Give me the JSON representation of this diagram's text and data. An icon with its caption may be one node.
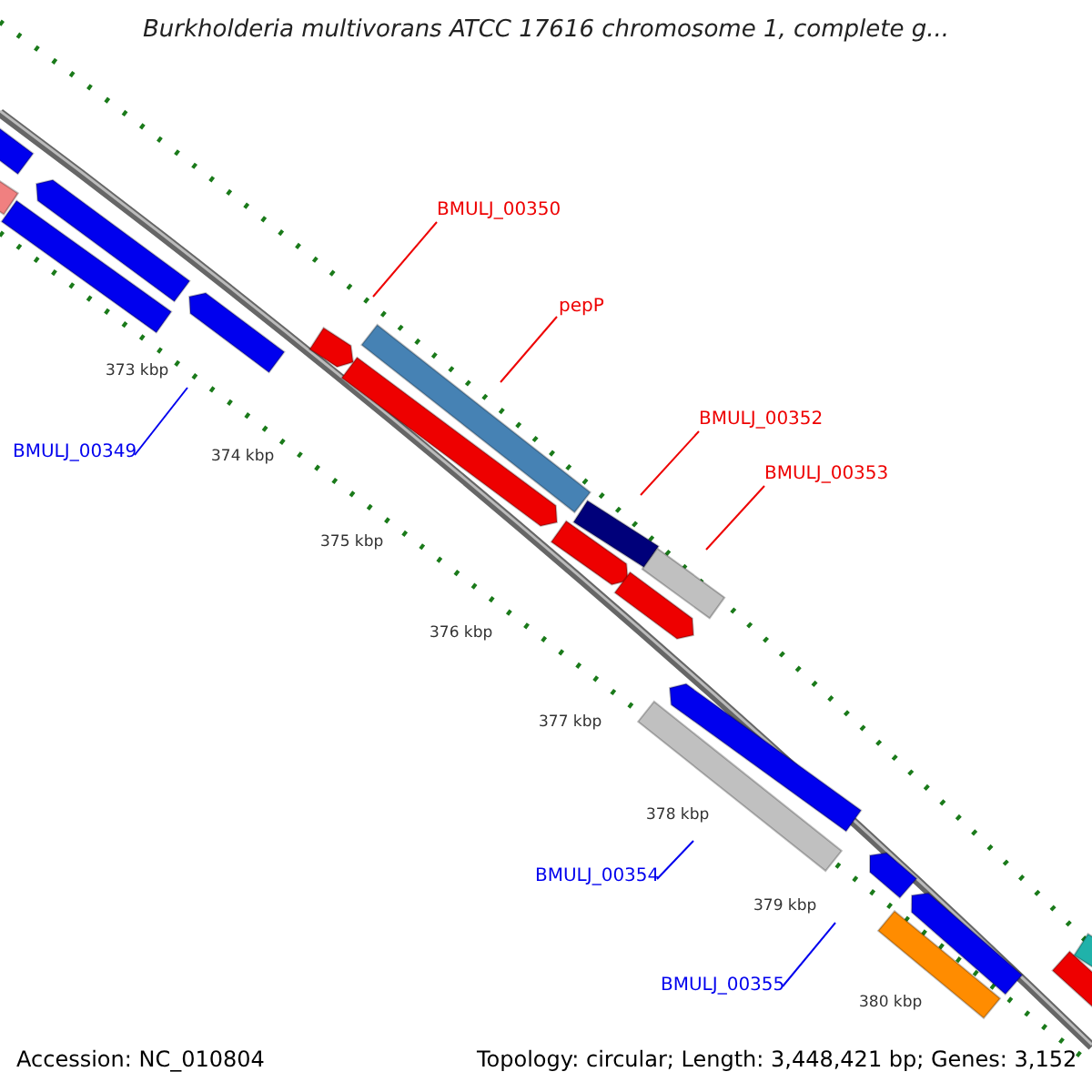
{
  "diagram": {
    "title": "Burkholderia multivorans ATCC 17616 chromosome 1, complete g...",
    "nodes": [
      {
        "text": [
          "BMULJ_00350"
        ]
      },
      {
        "text": [
          "pepP"
        ]
      },
      {
        "text": [
          "BMULJ_00352"
        ]
      },
      {
        "text": [
          "BMULJ_00353"
        ]
      },
      {
        "text": [
          "BMULJ_00349"
        ]
      },
      {
        "text": [
          "BMULJ_00354"
        ]
      },
      {
        "text": [
          "BMULJ_00355"
        ]
      }
    ],
    "edges": [
      {
        "from": 0,
        "to": null,
        "arrow": "none"
      },
      {
        "from": 1,
        "to": null,
        "arrow": "none"
      },
      {
        "from": 2,
        "to": null,
        "arrow": "none"
      },
      {
        "from": 3,
        "to": null,
        "arrow": "none"
      },
      {
        "from": 4,
        "to": null,
        "arrow": "none",
        "color": "#0000ee"
      },
      {
        "from": 5,
        "to": null,
        "arrow": "none",
        "color": "#0000ee"
      },
      {
        "from": 6,
        "to": null,
        "arrow": "none",
        "color": "#0000ee"
      }
    ],
    "labels": [
      "373 kbp",
      "374 kbp",
      "375 kbp",
      "376 kbp",
      "377 kbp",
      "378 kbp",
      "379 kbp",
      "380 kbp",
      "Accession: NC_010804",
      "Topology: circular; Length: 3,448,421 bp; Genes: 3,152"
    ]
  }
}
